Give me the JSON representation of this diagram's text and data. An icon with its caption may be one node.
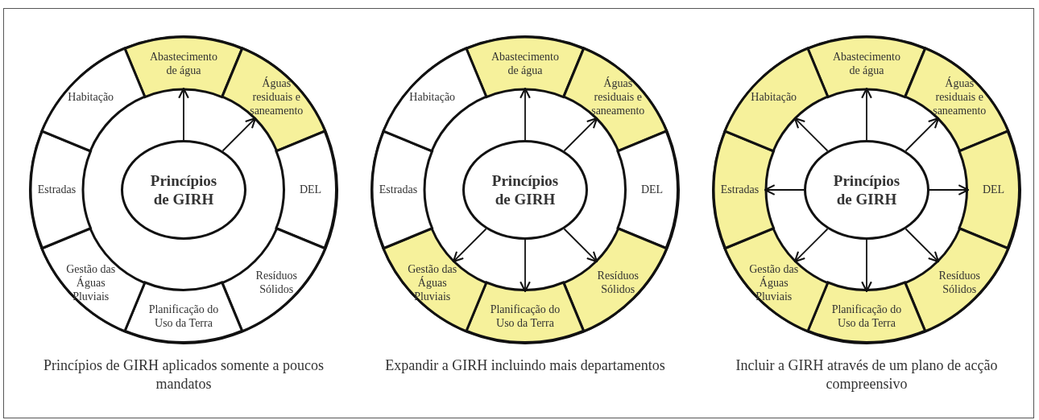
{
  "diagram": {
    "nodes": [
      {
        "text": [],
        "shape": "circle"
      },
      {
        "text": [
          "Princípios de GIRH"
        ],
        "in": 0
      },
      {
        "text": [
          "Abastecimento de água"
        ],
        "in": 0
      },
      {
        "text": [
          "Águas residuais e saneamento"
        ],
        "in": 0
      },
      {
        "text": [
          "DEL"
        ],
        "in": 0
      },
      {
        "text": [
          "Resíduos Sólidos"
        ],
        "in": 0
      },
      {
        "text": [
          "Planificação do Uso da Terra"
        ],
        "in": 0
      },
      {
        "text": [
          "Gestão das Águas Pluviais"
        ],
        "in": 0
      },
      {
        "text": [
          "Estradas"
        ],
        "in": 0
      },
      {
        "text": [
          "Habitação"
        ],
        "in": 0
      },
      {
        "text": [],
        "shape": "circle"
      },
      {
        "text": [
          "Princípios de GIRH"
        ],
        "in": 10
      },
      {
        "text": [
          "Abastecimento de água"
        ],
        "in": 10
      },
      {
        "text": [
          "Águas residuais e saneamento"
        ],
        "in": 10
      },
      {
        "text": [
          "DEL"
        ],
        "in": 10
      },
      {
        "text": [
          "Resíduos Sólidos"
        ],
        "in": 10
      },
      {
        "text": [
          "Planificação do Uso da Terra"
        ],
        "in": 10
      },
      {
        "text": [
          "Gestão das Águas Pluviais"
        ],
        "in": 10
      },
      {
        "text": [
          "Estradas"
        ],
        "in": 10
      },
      {
        "text": [
          "Habitação"
        ],
        "in": 10
      },
      {
        "text": [],
        "shape": "circle"
      },
      {
        "text": [
          "Princípios de GIRH"
        ],
        "in": 20
      },
      {
        "text": [
          "Abastecimento de água"
        ],
        "in": 20
      },
      {
        "text": [
          "Águas residuais e saneamento"
        ],
        "in": 20
      },
      {
        "text": [
          "DEL"
        ],
        "in": 20
      },
      {
        "text": [
          "Resíduos Sólidos"
        ],
        "in": 20
      },
      {
        "text": [
          "Planificação do Uso da Terra"
        ],
        "in": 20
      },
      {
        "text": [
          "Gestão das Águas Pluviais"
        ],
        "in": 20
      },
      {
        "text": [
          "Estradas"
        ],
        "in": 20
      },
      {
        "text": [
          "Habitação"
        ],
        "in": 20
      }
    ],
    "edges": [
      {
        "from": 1,
        "to": 2,
        "arrow": "to"
      },
      {
        "from": 1,
        "to": 3,
        "arrow": "to"
      },
      {
        "from": 11,
        "to": 12,
        "arrow": "to"
      },
      {
        "from": 11,
        "to": 13,
        "arrow": "to"
      },
      {
        "from": 11,
        "to": 15,
        "arrow": "to"
      },
      {
        "from": 11,
        "to": 16,
        "arrow": "to"
      },
      {
        "from": 11,
        "to": 17,
        "arrow": "to"
      },
      {
        "from": 21,
        "to": 22,
        "arrow": "to"
      },
      {
        "from": 21,
        "to": 23,
        "arrow": "to"
      },
      {
        "from": 21,
        "to": 24,
        "arrow": "to"
      },
      {
        "from": 21,
        "to": 25,
        "arrow": "to"
      },
      {
        "from": 21,
        "to": 26,
        "arrow": "to"
      },
      {
        "from": 21,
        "to": 27,
        "arrow": "to"
      },
      {
        "from": 21,
        "to": 28,
        "arrow": "to"
      },
      {
        "from": 21,
        "to": 29,
        "arrow": "to"
      }
    ],
    "labels": [
      "Princípios de GIRH aplicados somente a poucos mandatos",
      "Expandir a GIRH incluindo mais departamentos",
      "Incluir a GIRH através de um plano de acção compreensivo"
    ]
  }
}
